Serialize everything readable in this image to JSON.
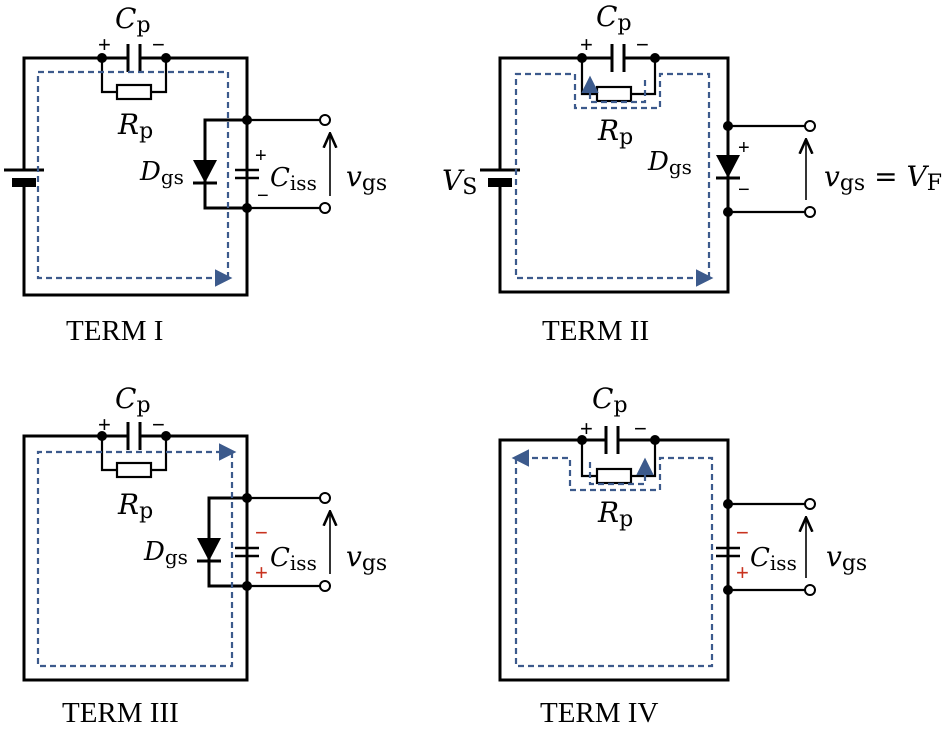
{
  "labels": {
    "cp_main": "C",
    "cp_sub": "p",
    "rp_main": "R",
    "rp_sub": "p",
    "dgs_main": "D",
    "dgs_sub": "gs",
    "ciss_main": "C",
    "ciss_sub": "iss",
    "vgs_main": "v",
    "vgs_sub": "gs",
    "vs_main": "V",
    "vs_sub": "S",
    "vf_eq": " = V",
    "vf_sub": "F",
    "plus": "+",
    "minus": "−"
  },
  "panels": [
    {
      "id": "term-1",
      "title": "TERM I"
    },
    {
      "id": "term-2",
      "title": "TERM II"
    },
    {
      "id": "term-3",
      "title": "TERM III"
    },
    {
      "id": "term-4",
      "title": "TERM IV"
    }
  ],
  "colors": {
    "wire": "#000000",
    "current_flow": "#3c5a8c",
    "polarity_red": "#c8321e"
  }
}
